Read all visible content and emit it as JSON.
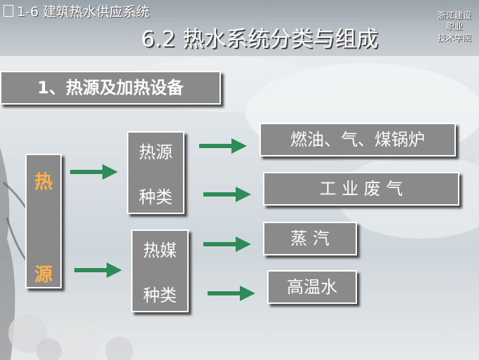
{
  "header": {
    "breadcrumb": "1-6 建筑热水供应系统",
    "title": "6.2 热水系统分类与组成",
    "school_lines": [
      "浙江建设",
      "职业",
      "技术学院"
    ]
  },
  "section": {
    "label": "1、热源及加热设备"
  },
  "heat_source": {
    "char_top": "热",
    "char_bottom": "源"
  },
  "source_types": {
    "line1": "热源",
    "line2": "种类"
  },
  "medium_types": {
    "line1": "热媒",
    "line2": "种类"
  },
  "results": {
    "fuel": "燃油、气、煤锅炉",
    "waste_gas": "工 业 废 气",
    "steam": "蒸 汽",
    "hot_water": "高温水"
  },
  "colors": {
    "arrow": "#2e8b57",
    "box": "#8a8a8a",
    "heat_text": "#ffb347"
  }
}
